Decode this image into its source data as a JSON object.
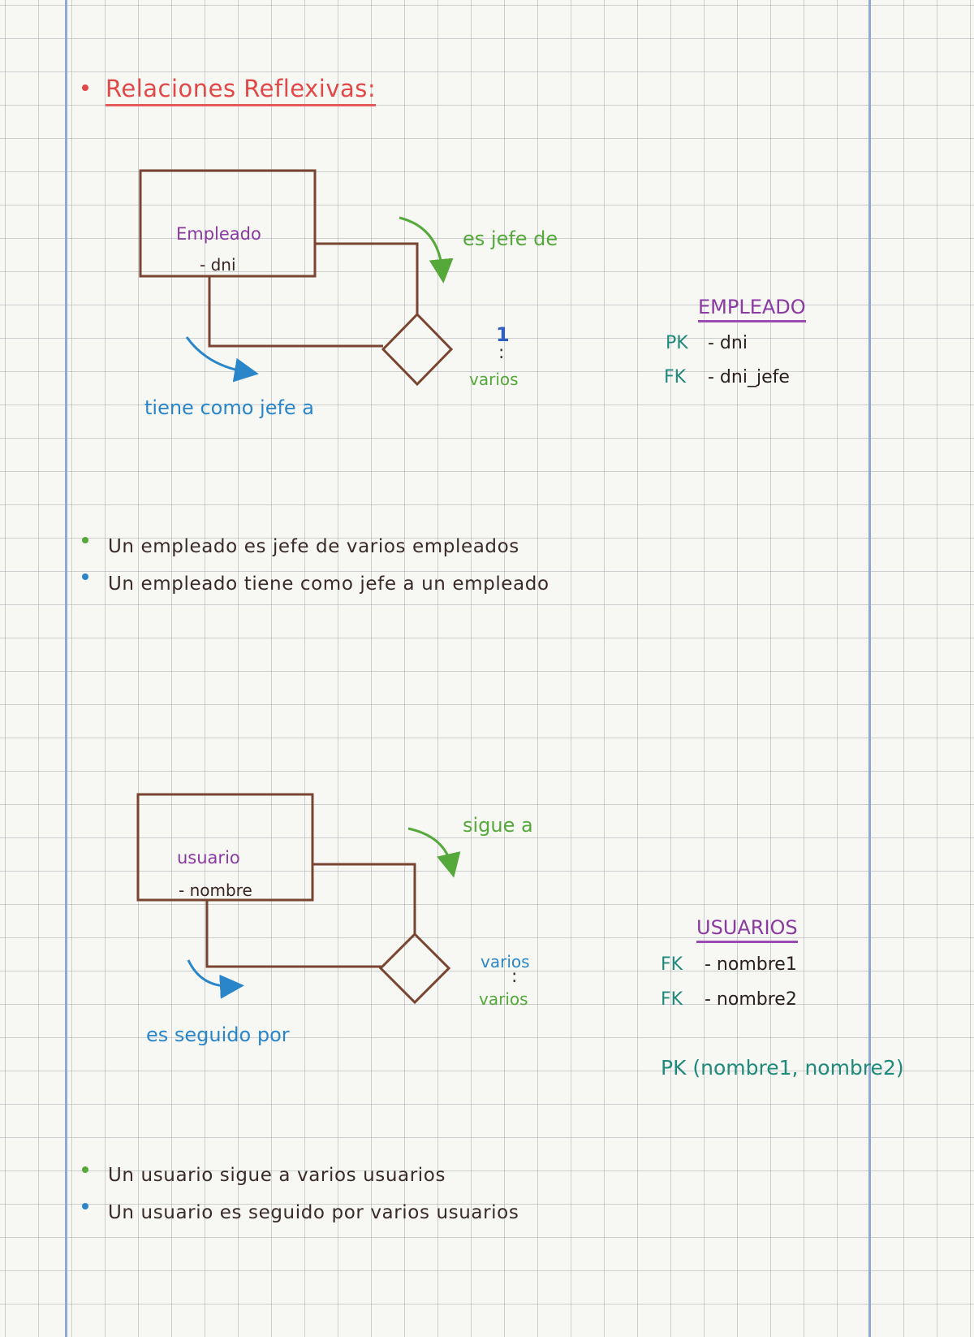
{
  "title": "Relaciones Reflexivas:",
  "colors": {
    "red": "#e14848",
    "green": "#55a83a",
    "blue": "#2a86c8",
    "purple": "#8a3aa0",
    "brown": "#7a4530",
    "teal": "#1f8a7a",
    "margin": "#8fa8d6"
  },
  "diagram1": {
    "entity_name": "Empleado",
    "entity_attr": "- dni",
    "rel_top": "es jefe de",
    "rel_bottom": "tiene como jefe a",
    "card_top": "1",
    "card_colon": ":",
    "card_bottom": "varios",
    "table": {
      "title": "EMPLEADO",
      "rows": [
        {
          "key": "PK",
          "value": "- dni"
        },
        {
          "key": "FK",
          "value": "- dni_jefe"
        }
      ]
    },
    "notes": [
      {
        "bullet": "green",
        "text": "Un empleado es jefe de varios empleados"
      },
      {
        "bullet": "blue",
        "text": "Un empleado tiene como jefe a un empleado"
      }
    ]
  },
  "diagram2": {
    "entity_name": "usuario",
    "entity_attr": "- nombre",
    "rel_top": "sigue a",
    "rel_bottom": "es seguido por",
    "card_top": "varios",
    "card_colon": ":",
    "card_bottom": "varios",
    "table": {
      "title": "USUARIOS",
      "rows": [
        {
          "key": "FK",
          "value": "- nombre1"
        },
        {
          "key": "FK",
          "value": "- nombre2"
        }
      ],
      "pk": "PK (nombre1, nombre2)"
    },
    "notes": [
      {
        "bullet": "green",
        "text": "Un usuario sigue a varios usuarios"
      },
      {
        "bullet": "blue",
        "text": "Un usuario es seguido por varios usuarios"
      }
    ]
  }
}
